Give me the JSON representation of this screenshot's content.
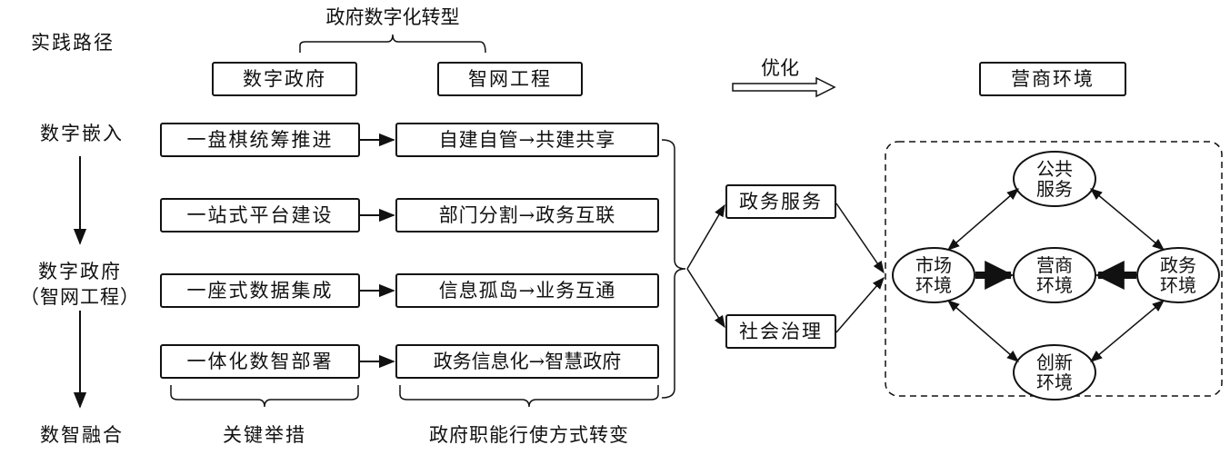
{
  "header": {
    "title": "政府数字化转型",
    "path_label": "实践路径",
    "digital_gov": "数字政府",
    "smart_net": "智网工程",
    "optimize": "优化",
    "business_env": "营商环境"
  },
  "stages": {
    "embed": "数字嵌入",
    "gov_line1": "数字政府",
    "gov_line2": "（智网工程）",
    "fusion": "数智融合"
  },
  "measures": [
    "一盘棋统筹推进",
    "一站式平台建设",
    "一座式数据集成",
    "一体化数智部署"
  ],
  "transformations": [
    "自建自管→共建共享",
    "部门分割→政务互联",
    "信息孤岛→业务互通",
    "政务信息化→智慧政府"
  ],
  "footer": {
    "measures_label": "关键举措",
    "change_label": "政府职能行使方式转变"
  },
  "outputs": {
    "gov_service": "政务服务",
    "social_gov": "社会治理"
  },
  "ovals": {
    "public": "公共\n服务",
    "market": "市场\n环境",
    "center": "营商\n环境",
    "gov": "政务\n环境",
    "innovation": "创新\n环境"
  }
}
